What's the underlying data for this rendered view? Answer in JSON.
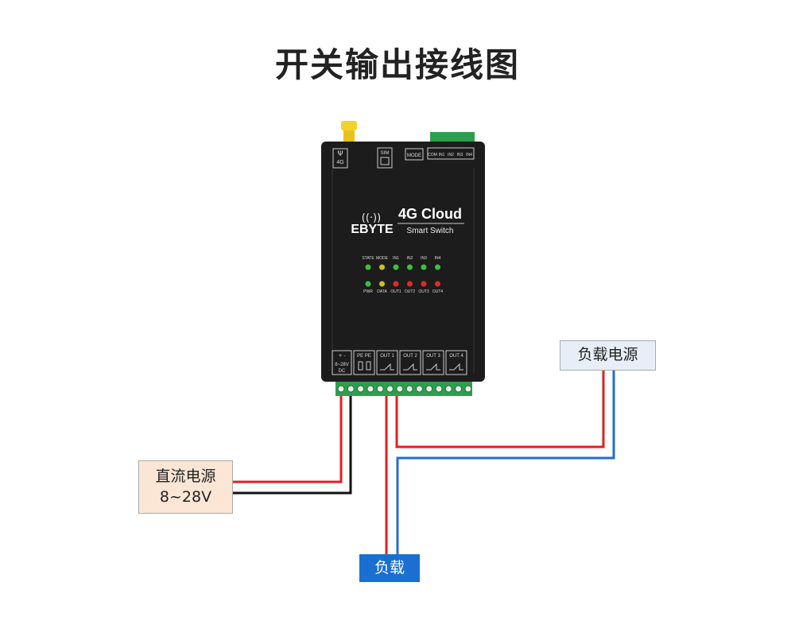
{
  "title": "开关输出接线图",
  "device": {
    "brand": "EBYTE",
    "model": "4G Cloud",
    "subtitle": "Smart Switch",
    "antenna_label": "4G",
    "sim_label": "SIM",
    "mode_label": "MODE",
    "top_terminals": [
      "COM",
      "IN1",
      "IN2",
      "IN3",
      "IN4"
    ],
    "led_top_labels": [
      "STATE",
      "MODE",
      "IN1",
      "IN2",
      "IN3",
      "IN4"
    ],
    "led_bottom_labels": [
      "PWR",
      "DATA",
      "OUT1",
      "OUT2",
      "OUT3",
      "OUT4"
    ],
    "bottom_labels": {
      "power_sign": "+  -",
      "power_voltage": "8~28V",
      "power_dc": "DC",
      "pe": "PE  PE",
      "outputs": [
        "OUT 1",
        "OUT 2",
        "OUT 3",
        "OUT 4"
      ]
    },
    "colors": {
      "body": "#1c1c1c",
      "terminal": "#2e9e4f",
      "antenna": "#e8c21a",
      "led_green": "#3fbf3f",
      "led_yellow": "#c9c21e",
      "led_red": "#e02a2a"
    }
  },
  "boxes": {
    "psu_line1": "直流电源",
    "psu_line2": "8~28V",
    "load_power": "负载电源",
    "load": "负载"
  },
  "wire_colors": {
    "positive": "#e02020",
    "negative": "#111111",
    "return": "#1f6ed4"
  }
}
